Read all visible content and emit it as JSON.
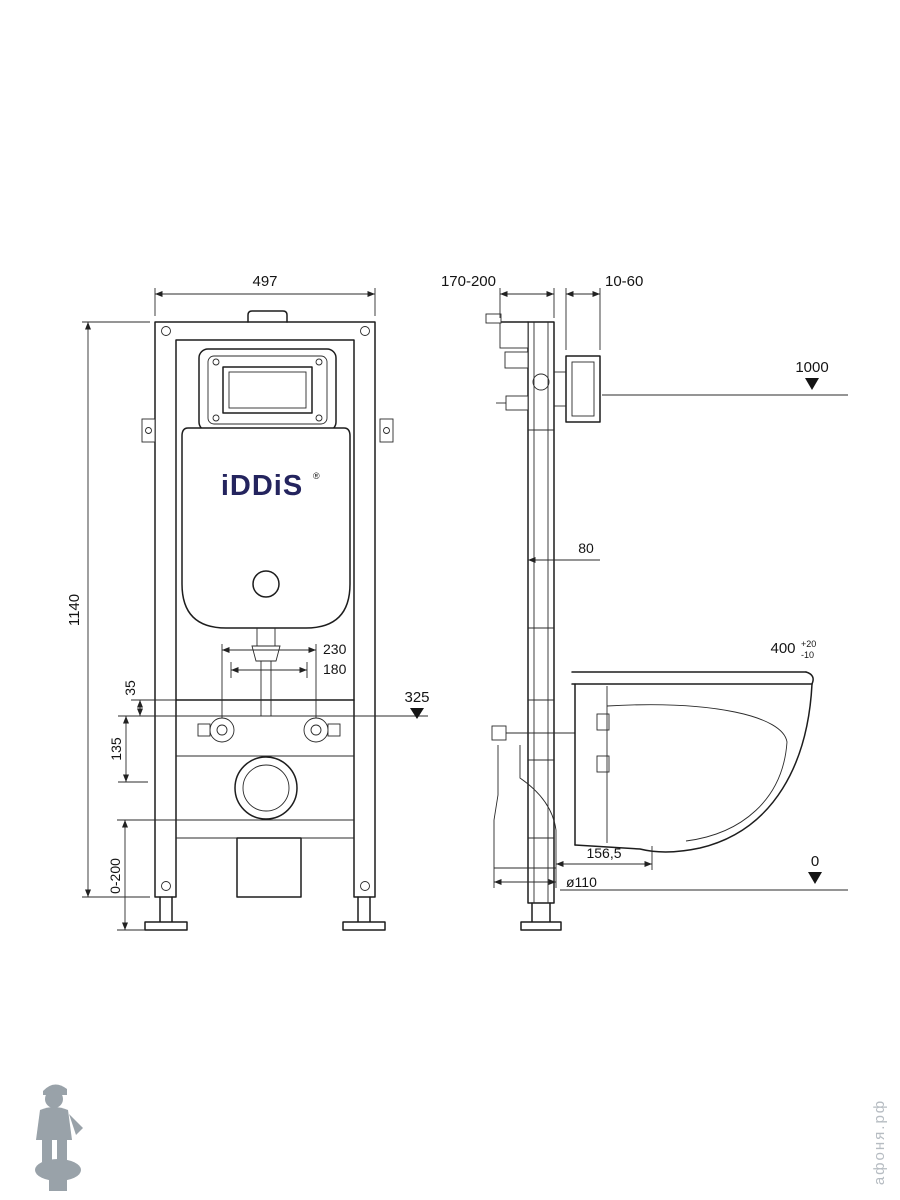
{
  "drawing": {
    "brand": {
      "name": "iDDiS",
      "reg": "®"
    },
    "front": {
      "width": "497",
      "height_total": "1140",
      "stud_spacing_outer": "230",
      "stud_spacing_inner": "180",
      "dim_35": "35",
      "dim_135": "135",
      "outlet_height": "325",
      "feet_range": "0-200"
    },
    "side": {
      "depth_range": "170-200",
      "wall_gap": "10-60",
      "button_height": "1000",
      "dim_80": "80",
      "bowl_height": "400",
      "bowl_tol_plus": "+20",
      "bowl_tol_minus": "-10",
      "dim_156_5": "156,5",
      "drain_diameter": "ø110",
      "floor_level": "0"
    },
    "watermark": "афоня.рф"
  }
}
